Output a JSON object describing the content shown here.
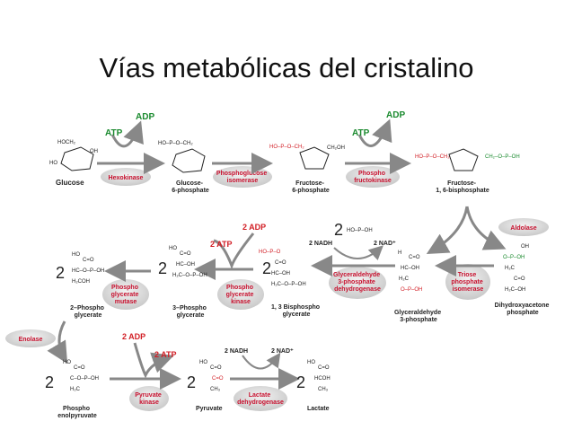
{
  "title": "Vías metabólicas del cristalino",
  "colors": {
    "enzyme_text": "#c8102e",
    "atp_text": "#1a8a2e",
    "adp_text": "#1a8a2e",
    "atp_red": "#d21f26",
    "enzyme_fill": "#d9d9d9",
    "arrow": "#888888",
    "molecule": "#222222",
    "phosphate_red": "#d21f26",
    "phosphate_green": "#1a8a2e"
  },
  "row1": {
    "atp1": "ATP",
    "adp1": "ADP",
    "atp2": "ATP",
    "adp2": "ADP",
    "glucose": "Glucose",
    "hexokinase": "Hexokinase",
    "glucose6p_line1": "Glucose-",
    "glucose6p_line2": "6-phosphate",
    "pgi_line1": "Phosphoglucose",
    "pgi_line2": "isomerase",
    "fructose6p_line1": "Fructose-",
    "fructose6p_line2": "6-phosphate",
    "pfk_line1": "Phospho",
    "pfk_line2": "fructokinase",
    "fbp_line1": "Fructose-",
    "fbp_line2": "1, 6-bisphosphate"
  },
  "row2": {
    "two_adp": "2 ADP",
    "two_atp": "2 ATP",
    "two_nadh": "2 NADH",
    "two_nad": "2 NAD⁺",
    "aldolase": "Aldolase",
    "pg2_line1": "2–Phospho",
    "pg2_line2": "glycerate",
    "pgm_line1": "Phospho",
    "pgm_line2": "glycerate",
    "pgm_line3": "mutase",
    "pg3_line1": "3–Phospho",
    "pg3_line2": "glycerate",
    "pgk_line1": "Phospho",
    "pgk_line2": "glycerate",
    "pgk_line3": "kinase",
    "bpg_line1": "1, 3 Bisphospho",
    "bpg_line2": "glycerate",
    "gapdh_line1": "Glyceraldehyde",
    "gapdh_line2": "3-phosphate",
    "gapdh_line3": "dehydrogenase",
    "gap_line1": "Glyceraldehyde",
    "gap_line2": "3-phosphate",
    "tpi_line1": "Triose",
    "tpi_line2": "phosphate",
    "tpi_line3": "isomerase",
    "dhap_line1": "Dihydroxyacetone",
    "dhap_line2": "phosphate",
    "coef": "2"
  },
  "row3": {
    "enolase": "Enolase",
    "two_adp": "2 ADP",
    "two_atp": "2 ATP",
    "two_nadh": "2 NADH",
    "two_nad": "2 NAD⁺",
    "pep_line1": "Phospho",
    "pep_line2": "enolpyruvate",
    "pk_line1": "Pyruvate",
    "pk_line2": "kinase",
    "pyruvate": "Pyruvate",
    "ldh_line1": "Lactate",
    "ldh_line2": "dehydrogenase",
    "lactate": "Lactate",
    "coef": "2"
  }
}
